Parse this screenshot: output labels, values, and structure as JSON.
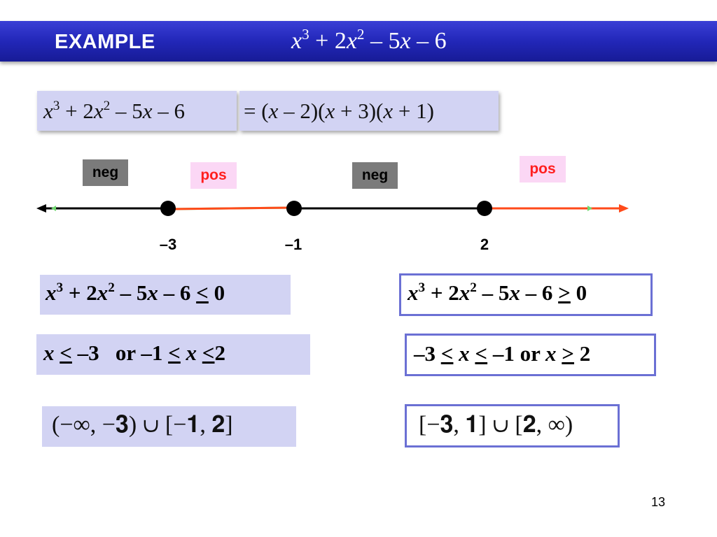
{
  "header": {
    "title": "EXAMPLE",
    "expression": {
      "a": "x",
      "a_exp": "3",
      "b": " + 2",
      "c": "x",
      "c_exp": "2",
      "d": " – 5",
      "e": "x",
      "f": " – 6"
    }
  },
  "factor": {
    "poly": {
      "a": "x",
      "a_exp": "3",
      "b": " + 2",
      "c": "x",
      "c_exp": "2",
      "d": " – 5",
      "e": "x",
      "f": " – 6"
    },
    "factored": {
      "p1": "= (",
      "x1": "x",
      "p2": " – 2)(",
      "x2": "x",
      "p3": " + 3)(",
      "x3": "x",
      "p4": " + 1)"
    }
  },
  "signs": [
    "neg",
    "pos",
    "neg",
    "pos"
  ],
  "number_line": {
    "critical_points": [
      "–3",
      "–1",
      "2"
    ],
    "colors": {
      "negative": "#000000",
      "positive": "#ff4a1a",
      "arrow_tip": "#6fd86f"
    }
  },
  "inequality_le": {
    "a": "x",
    "a_exp": "3",
    "b": " + 2",
    "c": "x",
    "c_exp": "2",
    "d": " – 5",
    "e": "x",
    "f": " – 6 ",
    "op": "<",
    "g": " 0"
  },
  "inequality_ge": {
    "a": "x",
    "a_exp": "3",
    "b": " + 2",
    "c": "x",
    "c_exp": "2",
    "d": " – 5",
    "e": "x",
    "f": " – 6 ",
    "op": ">",
    "g": " 0"
  },
  "solution_le": {
    "x1": "x",
    "op1": "<",
    "t1": " –3   or –1 ",
    "op2": "<",
    "x2": "x",
    "op3": "<",
    "t2": "2"
  },
  "solution_ge": {
    "t1": "–3 ",
    "op1": "<",
    "x1": "x",
    "op2": "<",
    "t2": " –1 or ",
    "x2": "x",
    "op3": ">",
    "t3": " 2"
  },
  "interval_le": "(−∞, −𝟑) ∪ [−𝟏, 𝟐]",
  "interval_ge": "[−𝟑, 𝟏] ∪ [𝟐, ∞)",
  "page_number": "13"
}
